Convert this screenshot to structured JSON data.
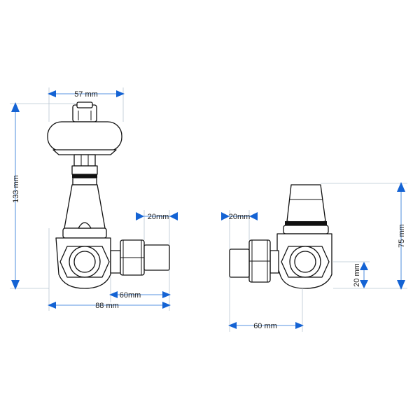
{
  "colors": {
    "arrow": "#1463d4",
    "dimension_line": "#1f6fd6",
    "extension_line": "#b9c6d2",
    "outline": "#111111"
  },
  "dimensions": {
    "left_view": {
      "head_width": "57 mm",
      "total_height": "133 mm",
      "tail_length": "20mm",
      "outlet_length": "60mm",
      "overall_width": "88 mm"
    },
    "right_view": {
      "tail_length": "20mm",
      "body_height": "75 mm",
      "center_offset": "20 mm",
      "outlet_length": "60 mm"
    }
  }
}
